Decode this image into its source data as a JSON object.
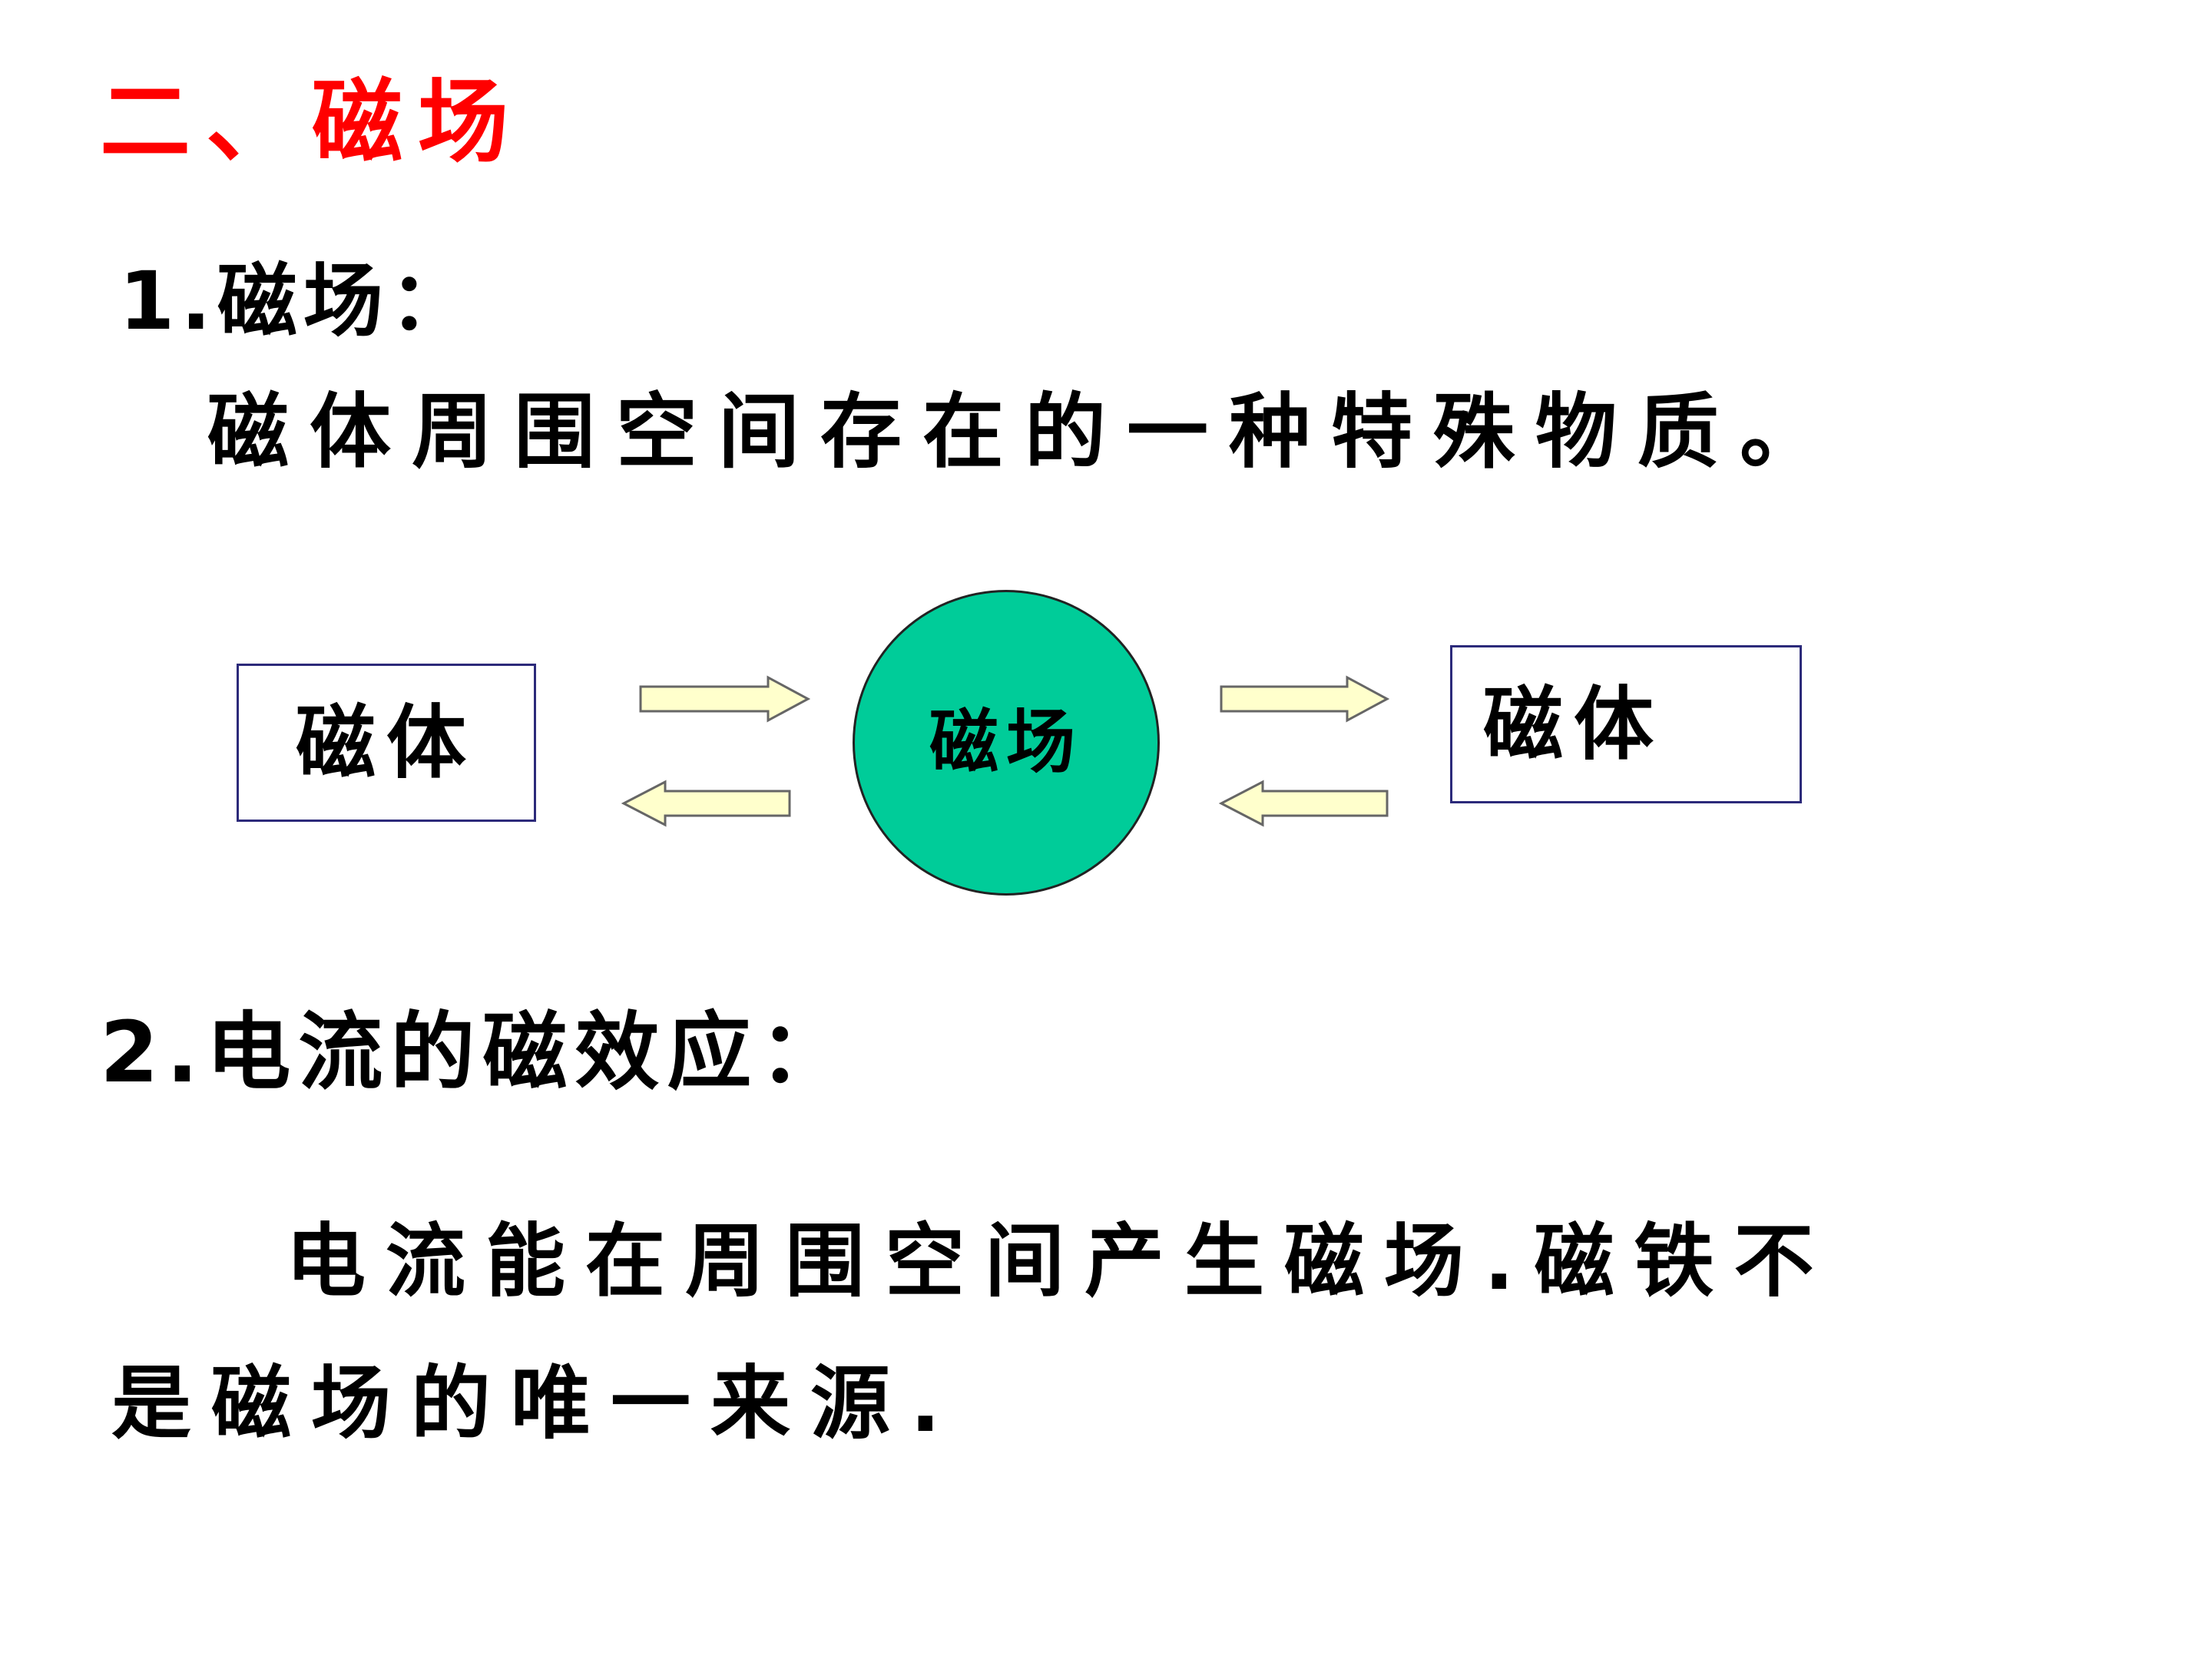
{
  "section_title": "二、磁场",
  "heading1": "1.磁场：",
  "definition": "磁体周围空间存在的一种特殊物质。",
  "diagram": {
    "left_box": "磁体",
    "center_circle": "磁场",
    "right_box": "磁体",
    "arrow_fill": "#ffffcc",
    "arrow_stroke": "#666666",
    "circle_color": "#00cc99",
    "box_border": "#2c2a7a"
  },
  "heading2": "2.电流的磁效应：",
  "paragraph": {
    "line1": "电流能在周围空间产生磁场.磁铁不",
    "line2": "是磁场的唯一来源."
  },
  "colors": {
    "title": "#ff0000",
    "text": "#000000"
  }
}
